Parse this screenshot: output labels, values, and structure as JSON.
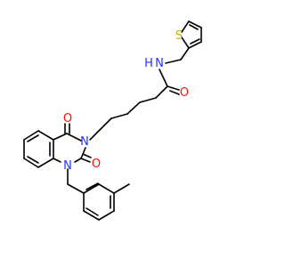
{
  "colors": {
    "background": "#ffffff",
    "bond": "#000000",
    "nitrogen": "#2233ff",
    "oxygen": "#ff0d0d",
    "sulfur": "#c8b000"
  },
  "atoms": {
    "sulfur_thiophene": "S",
    "nitrogen_amide": "N",
    "hydrogen_amide": "H",
    "oxygen_amide": "O",
    "nitrogen_n3": "N",
    "oxygen_c4": "O",
    "oxygen_c2": "O",
    "nitrogen_n1": "N"
  }
}
